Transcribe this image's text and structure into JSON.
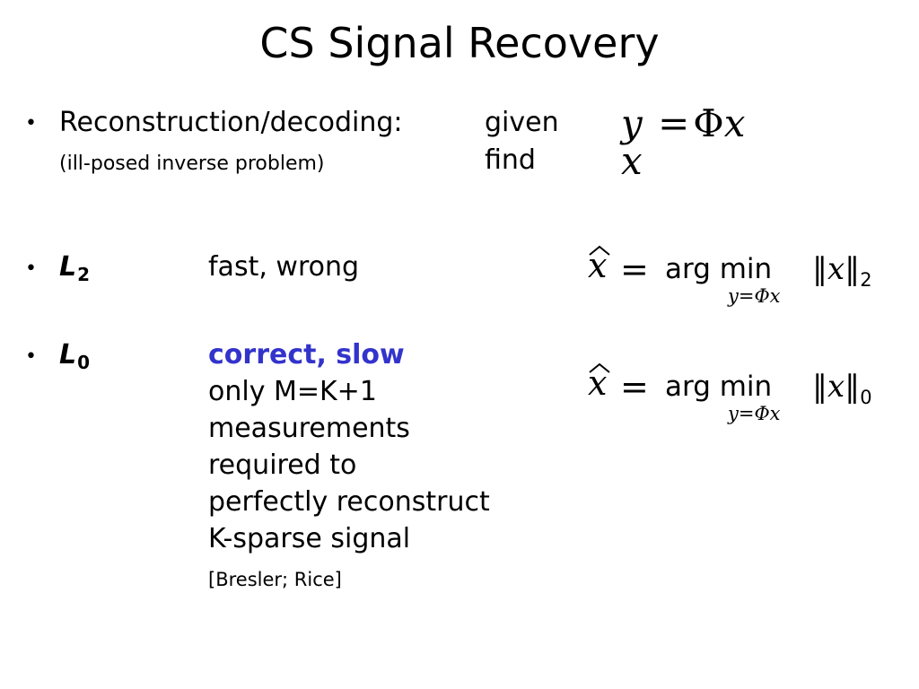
{
  "slide": {
    "title": "CS Signal Recovery"
  },
  "reconstruction": {
    "bullet": "•",
    "heading": "Reconstruction/decoding:",
    "note": "(ill-posed inverse problem)",
    "given_label": "given",
    "find_label": "find",
    "given_eq": {
      "lhs": "y",
      "eq": "=",
      "op": "Φ",
      "var": "x"
    },
    "find_var": "x"
  },
  "l2": {
    "bullet": "•",
    "label": "L",
    "label_sub": "2",
    "desc": "fast, wrong",
    "formula": {
      "lhs": "x",
      "eq": "=",
      "op": "arg min",
      "constraint": "y=Φx",
      "norm": "‖x‖",
      "norm_sub": "2"
    }
  },
  "l0": {
    "bullet": "•",
    "label": "L",
    "label_sub": "0",
    "highlight": "correct, slow",
    "lines": [
      "only M=K+1",
      "measurements",
      "required to",
      "perfectly reconstruct",
      "K-sparse signal"
    ],
    "citation": "[Bresler; Rice]",
    "formula": {
      "lhs": "x",
      "eq": "=",
      "op": "arg min",
      "constraint": "y=Φx",
      "norm": "‖x‖",
      "norm_sub": "0"
    }
  },
  "colors": {
    "accent": "#3333cc",
    "text": "#000000",
    "background": "#ffffff"
  }
}
